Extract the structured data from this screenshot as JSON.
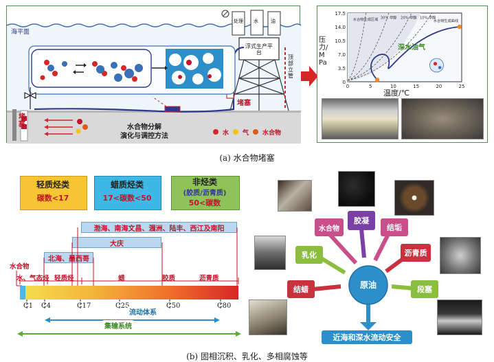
{
  "panel_a": {
    "caption": "(a)  水合物堵塞",
    "sea_level": "海平面",
    "platform": "浮式生产平台",
    "riser": "顶部立管",
    "tank_labels": [
      "处理",
      "水",
      "油"
    ],
    "plug_left": "堵塞",
    "plug_right": "堵塞",
    "method_line1": "水合物分解",
    "method_line2": "演化与调控方法",
    "legend": [
      {
        "label": "水",
        "color": "#d62728"
      },
      {
        "label": "气",
        "color": "#f2c318"
      },
      {
        "label": "水合物",
        "color": "#e05a1b"
      }
    ],
    "arrow_color": "#d62728"
  },
  "phase_chart": {
    "ylabel": "压力/MPa",
    "xlabel": "温度/℃",
    "yticks": [
      "17.5",
      "14.0",
      "10.5",
      "7.0",
      "3.5",
      "0"
    ],
    "xticks": [
      "0",
      "5",
      "10",
      "15",
      "20",
      "25"
    ],
    "region_labels": [
      "水合物生成区域",
      "30% 甲醇",
      "20% 甲醇",
      "10% 甲醇",
      "水合物生成曲线"
    ],
    "annotation": "深水油气",
    "xlim": [
      0,
      25
    ],
    "ylim": [
      0,
      17.5
    ],
    "points": [
      {
        "x": 6.5,
        "y": 0.5,
        "color": "#f08a24"
      },
      {
        "x": 24.5,
        "y": 14.0,
        "color": "#f08a24"
      }
    ]
  },
  "panel_b": {
    "caption": "(b)  固相沉积、乳化、多相腐蚀等",
    "boxes": [
      {
        "title": "轻质烃类",
        "sub": "碳数<17",
        "color": "#f7c533"
      },
      {
        "title": "蜡质烃类",
        "sub": "17<碳数<50",
        "color": "#3fb8e6"
      },
      {
        "title": "非烃类",
        "sub": "(胶质/沥青质)",
        "sub2": "50<碳数",
        "color": "#8ec25a"
      }
    ],
    "fields": [
      "渤海、南海文昌、涠洲、陆丰、西江及南阳",
      "大庆",
      "北海、墨西哥"
    ],
    "hydrate_label": "水合物",
    "phase_labels": [
      "水、气态烃",
      "轻质烃",
      "蜡",
      "胶质",
      "沥青质"
    ],
    "carbon_ticks": [
      "C1",
      "C4",
      "C17",
      "C25",
      "C50",
      "C80"
    ],
    "flow_system": "流动体系",
    "gathering_system": "集输系统",
    "hub": "原油",
    "problems": [
      {
        "label": "胶凝",
        "color": "#7b3fa8"
      },
      {
        "label": "结垢",
        "color": "#c94e8a"
      },
      {
        "label": "沥青质",
        "color": "#c9313f"
      },
      {
        "label": "段塞",
        "color": "#8bbd3e"
      },
      {
        "label": "结蜡",
        "color": "#c9313f"
      },
      {
        "label": "乳化",
        "color": "#8bbd3e"
      },
      {
        "label": "水合物",
        "color": "#c94e8a"
      }
    ],
    "safety": "近海和深水流动安全"
  }
}
